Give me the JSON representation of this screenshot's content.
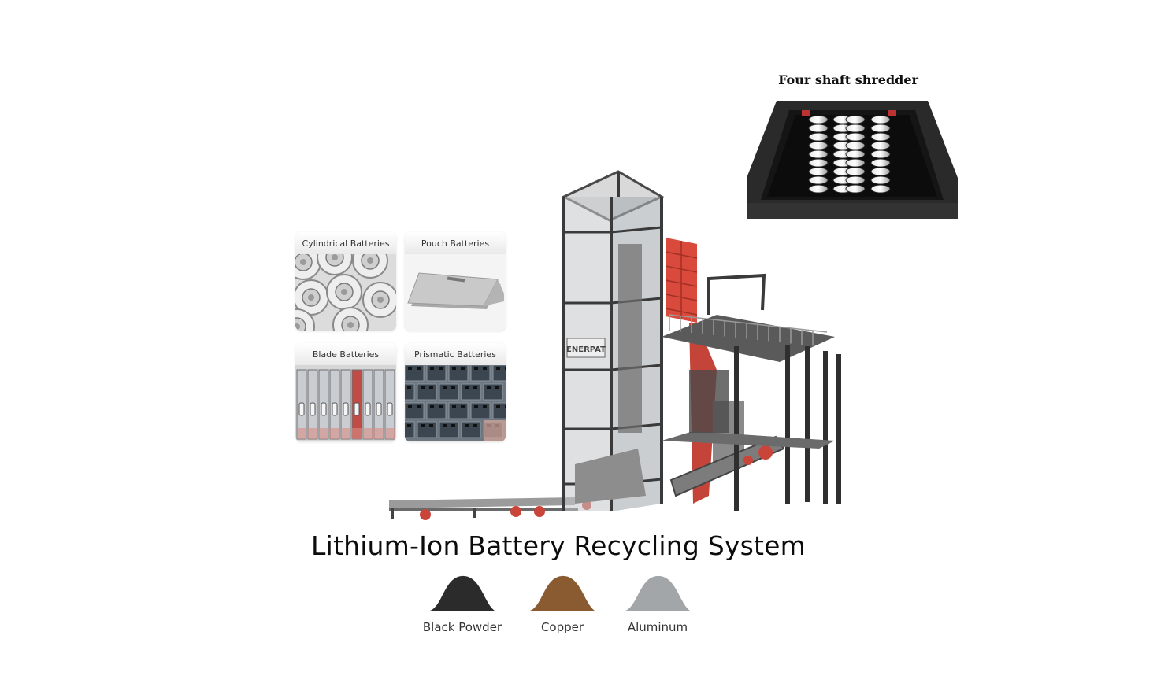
{
  "shredder": {
    "label": "Four shaft shredder"
  },
  "battery_types": [
    {
      "label": "Cylindrical Batteries"
    },
    {
      "label": "Pouch Batteries"
    },
    {
      "label": "Blade Batteries"
    },
    {
      "label": "Prismatic Batteries"
    }
  ],
  "machine": {
    "brand": "ENERPAT",
    "accent_color": "#d9493c",
    "frame_color": "#3a3a3a"
  },
  "title": "Lithium-Ion Battery Recycling System",
  "outputs": [
    {
      "label": "Black Powder",
      "color": "#2b2b2b"
    },
    {
      "label": "Copper",
      "color": "#8a5a31"
    },
    {
      "label": "Aluminum",
      "color": "#a3a6a9"
    }
  ]
}
